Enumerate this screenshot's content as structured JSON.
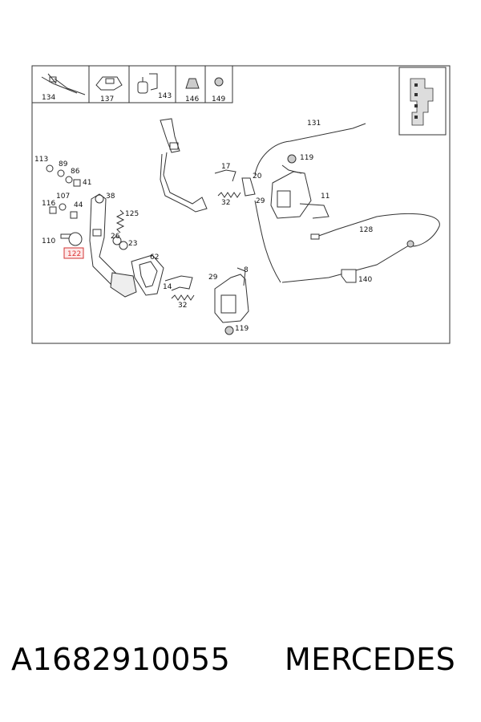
{
  "diagram": {
    "legend_parts": [
      "134",
      "137",
      "143",
      "146",
      "149"
    ],
    "callouts": {
      "c131": "131",
      "c119a": "119",
      "c17": "17",
      "c20": "20",
      "c32a": "32",
      "c29a": "29",
      "c11": "11",
      "c128": "128",
      "c140": "140",
      "c113": "113",
      "c89": "89",
      "c86": "86",
      "c41": "41",
      "c38": "38",
      "c107": "107",
      "c116": "116",
      "c44": "44",
      "c125": "125",
      "c110": "110",
      "c26": "26",
      "c23": "23",
      "c122": "122",
      "c62": "62",
      "c8": "8",
      "c14": "14",
      "c29b": "29",
      "c32b": "32",
      "c119b": "119"
    },
    "highlight_color": "#d33333"
  },
  "caption": {
    "part_number": "A1682910055",
    "brand": "MERCEDES"
  }
}
